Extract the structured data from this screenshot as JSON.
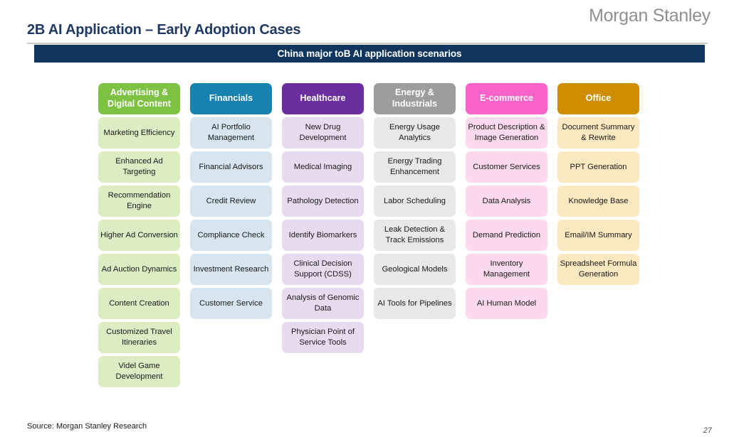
{
  "brand": {
    "logo_text": "Morgan Stanley",
    "logo_color": "#8f8f8f"
  },
  "header": {
    "title": "2B AI Application – Early Adoption Cases",
    "title_color": "#1f3864",
    "banner_text": "China major toB AI application scenarios",
    "banner_color": "#10365f"
  },
  "footer": {
    "source": "Source: Morgan Stanley Research",
    "page_number": "27"
  },
  "chart_data": {
    "type": "table",
    "title": "China major toB AI application scenarios",
    "columns": [
      {
        "label": "Advertising & Digital Content",
        "header_color": "#7DC242",
        "cell_color": "#DCEDC4",
        "items": [
          "Marketing Efficiency",
          "Enhanced Ad Targeting",
          "Recommendation Engine",
          "Higher Ad Conversion",
          "Ad Auction Dynamics",
          "Content Creation",
          "Customized Travel Itineraries",
          "Videl Game Development"
        ]
      },
      {
        "label": "Financials",
        "header_color": "#1781B0",
        "cell_color": "#D6E5EF",
        "items": [
          "AI Portfolio Management",
          "Financial Advisors",
          "Credit Review",
          "Compliance Check",
          "Investment Research",
          "Customer Service"
        ]
      },
      {
        "label": "Healthcare",
        "header_color": "#6B2E9E",
        "cell_color": "#E8DAEF",
        "items": [
          "New Drug Development",
          "Medical Imaging",
          "Pathology Detection",
          "Identify Biomarkers",
          "Clinical Decision Support (CDSS)",
          "Analysis of Genomic Data",
          "Physician Point of Service Tools"
        ]
      },
      {
        "label": "Energy & Industrials",
        "header_color": "#9D9D9D",
        "cell_color": "#E8E8E8",
        "items": [
          "Energy Usage Analytics",
          "Energy Trading Enhancement",
          "Labor Scheduling",
          "Leak Detection & Track Emissions",
          "Geological Models",
          "AI Tools for Pipelines"
        ]
      },
      {
        "label": "E-commerce",
        "header_color": "#FA64C8",
        "cell_color": "#FCD9EC",
        "items": [
          "Product Description & Image Generation",
          "Customer Services",
          "Data Analysis",
          "Demand Prediction",
          "Inventory Management",
          "AI Human Model"
        ]
      },
      {
        "label": "Office",
        "header_color": "#CE8E00",
        "cell_color": "#FCE8C0",
        "items": [
          "Document Summary & Rewrite",
          "PPT Generation",
          "Knowledge Base",
          "Email/IM Summary",
          "Spreadsheet Formula Generation"
        ]
      }
    ]
  }
}
